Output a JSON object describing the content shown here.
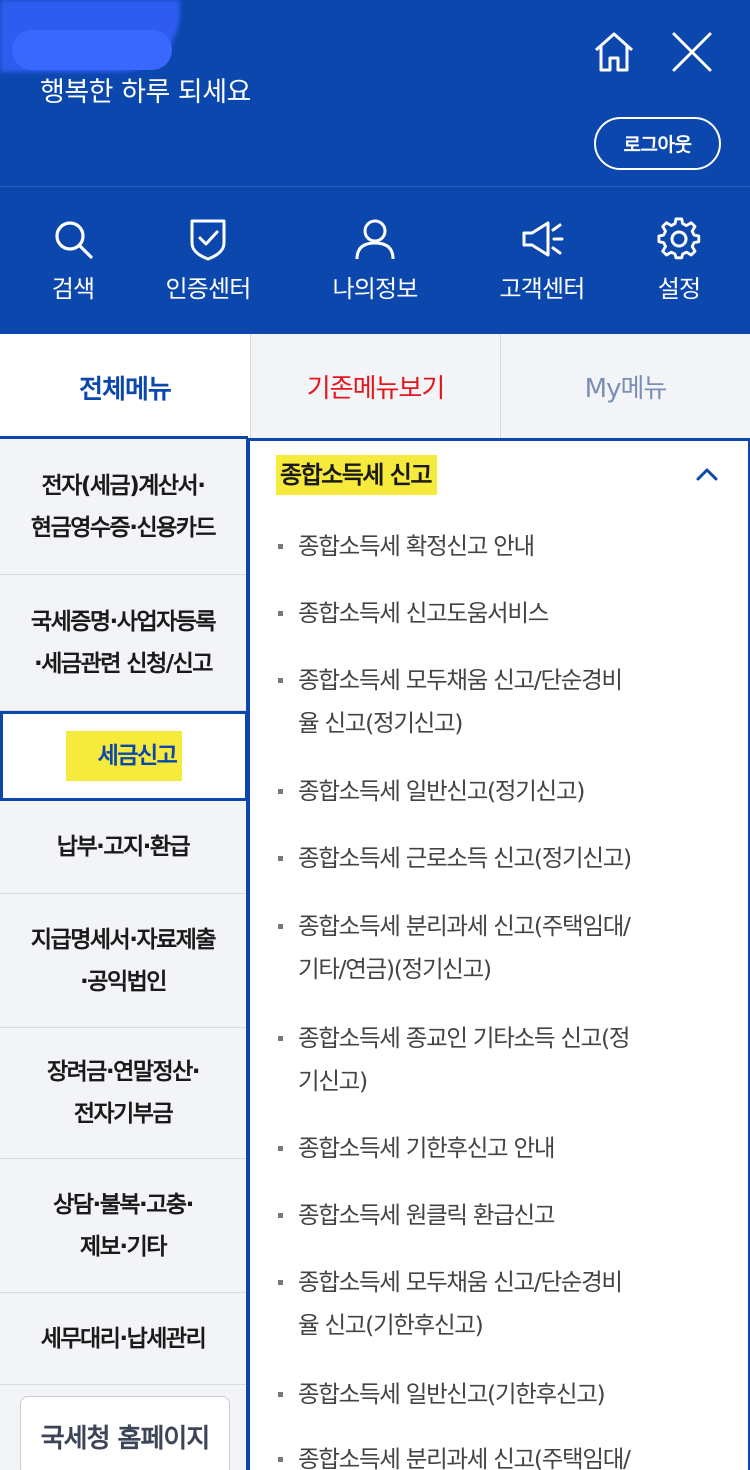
{
  "header": {
    "greeting": "행복한 하루 되세요",
    "logout_label": "로그아웃",
    "home_icon": "home-icon",
    "close_icon": "close-icon"
  },
  "quick_menu": [
    {
      "label": "검색",
      "icon": "search-icon"
    },
    {
      "label": "인증센터",
      "icon": "shield-check-icon"
    },
    {
      "label": "나의정보",
      "icon": "user-icon"
    },
    {
      "label": "고객센터",
      "icon": "megaphone-icon"
    },
    {
      "label": "설정",
      "icon": "gear-icon"
    }
  ],
  "tabs": {
    "all": "전체메뉴",
    "old": "기존메뉴보기",
    "my": "My메뉴"
  },
  "left_menu": {
    "items": [
      "전자(세금)계산서·\n현금영수증·신용카드",
      "국세증명·사업자등록\n·세금관련 신청/신고",
      "세금신고",
      "납부·고지·환급",
      "지급명세서·자료제출\n·공익법인",
      "장려금·연말정산·\n전자기부금",
      "상담·불복·고충·\n제보·기타",
      "세무대리·납세관리"
    ],
    "homepage_label": "국세청 홈페이지"
  },
  "content": {
    "section_title": "종합소득세 신고",
    "items": [
      "종합소득세 확정신고 안내",
      "종합소득세 신고도움서비스",
      "종합소득세 모두채움 신고/단순경비\n율 신고(정기신고)",
      "종합소득세 일반신고(정기신고)",
      "종합소득세 근로소득 신고(정기신고)",
      "종합소득세 분리과세 신고(주택임대/\n기타/연금)(정기신고)",
      "종합소득세 종교인 기타소득 신고(정\n기신고)",
      "종합소득세 기한후신고 안내",
      "종합소득세 원클릭 환급신고",
      "종합소득세 모두채움 신고/단순경비\n율 신고(기한후신고)",
      "종합소득세 일반신고(기한후신고)",
      "종합소득세 분리과세 신고(주택임대/"
    ]
  },
  "colors": {
    "brand_blue": "#0b47ad",
    "highlight_yellow": "#f6ea3c",
    "old_menu_red": "#e3161b"
  }
}
